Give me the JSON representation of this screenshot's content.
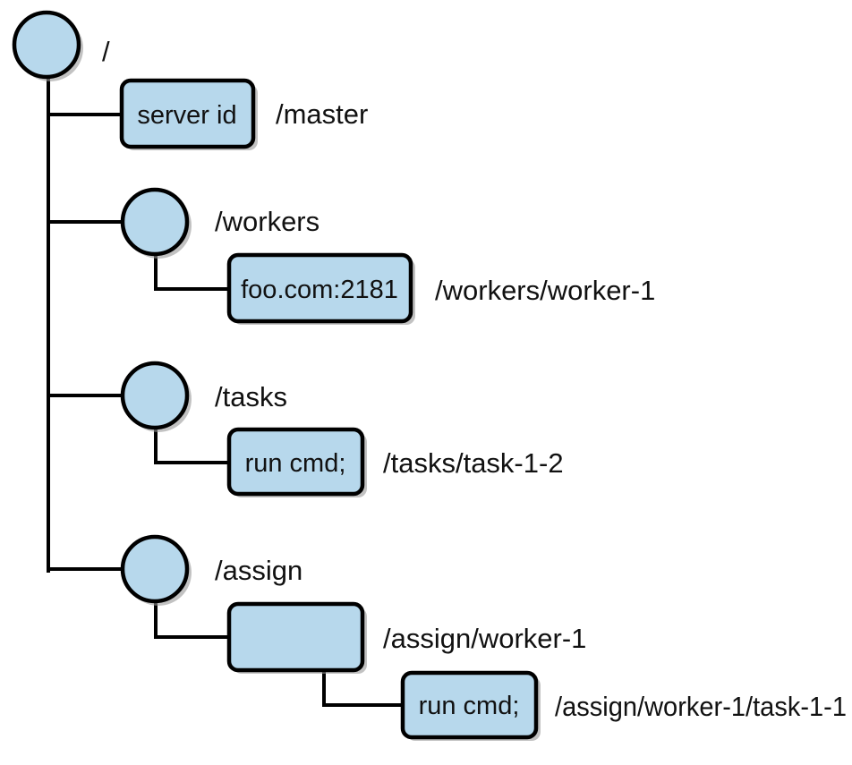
{
  "diagram": {
    "root": {
      "path": "/"
    },
    "master": {
      "path": "/master",
      "data": "server id"
    },
    "workers": {
      "path": "/workers"
    },
    "worker1": {
      "path": "/workers/worker-1",
      "data": "foo.com:2181"
    },
    "tasks": {
      "path": "/tasks"
    },
    "task12": {
      "path": "/tasks/task-1-2",
      "data": "run cmd;"
    },
    "assign": {
      "path": "/assign"
    },
    "assignWorker1": {
      "path": "/assign/worker-1",
      "data": ""
    },
    "assignTask11": {
      "path": "/assign/worker-1/task-1-1",
      "data": "run cmd;"
    }
  },
  "colors": {
    "node_fill": "#b7d8ec",
    "stroke": "#000000"
  }
}
